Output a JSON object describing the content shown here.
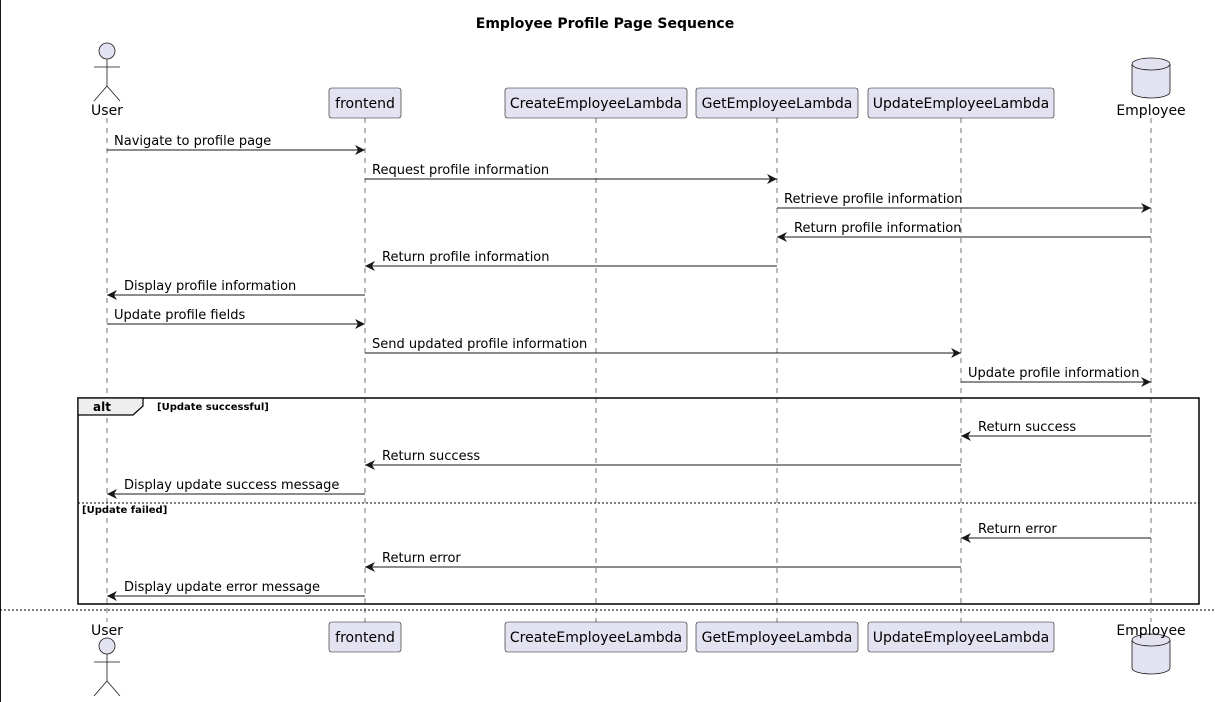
{
  "title": "Employee Profile Page Sequence",
  "participants": [
    {
      "id": "user",
      "label": "User",
      "kind": "actor"
    },
    {
      "id": "frontend",
      "label": "frontend",
      "kind": "box"
    },
    {
      "id": "create",
      "label": "CreateEmployeeLambda",
      "kind": "box"
    },
    {
      "id": "get",
      "label": "GetEmployeeLambda",
      "kind": "box"
    },
    {
      "id": "update",
      "label": "UpdateEmployeeLambda",
      "kind": "box"
    },
    {
      "id": "employee",
      "label": "Employee",
      "kind": "database"
    }
  ],
  "messages": [
    {
      "from": "user",
      "to": "frontend",
      "label": "Navigate to profile page"
    },
    {
      "from": "frontend",
      "to": "get",
      "label": "Request profile information"
    },
    {
      "from": "get",
      "to": "employee",
      "label": "Retrieve profile information"
    },
    {
      "from": "employee",
      "to": "get",
      "label": "Return profile information"
    },
    {
      "from": "get",
      "to": "frontend",
      "label": "Return profile information"
    },
    {
      "from": "frontend",
      "to": "user",
      "label": "Display profile information"
    },
    {
      "from": "user",
      "to": "frontend",
      "label": "Update profile fields"
    },
    {
      "from": "frontend",
      "to": "update",
      "label": "Send updated profile information"
    },
    {
      "from": "update",
      "to": "employee",
      "label": "Update profile information"
    },
    {
      "from": "employee",
      "to": "update",
      "label": "Return success"
    },
    {
      "from": "update",
      "to": "frontend",
      "label": "Return success"
    },
    {
      "from": "frontend",
      "to": "user",
      "label": "Display update success message"
    },
    {
      "from": "employee",
      "to": "update",
      "label": "Return error"
    },
    {
      "from": "update",
      "to": "frontend",
      "label": "Return error"
    },
    {
      "from": "frontend",
      "to": "user",
      "label": "Display update error message"
    }
  ],
  "alt": {
    "keyword": "alt",
    "guard": "[Update successful]",
    "else_guard": "[Update failed]"
  },
  "colors": {
    "participant_fill": "#e2e2f0",
    "participant_stroke": "#181818",
    "lifeline": "#181818",
    "arrow": "#181818"
  }
}
